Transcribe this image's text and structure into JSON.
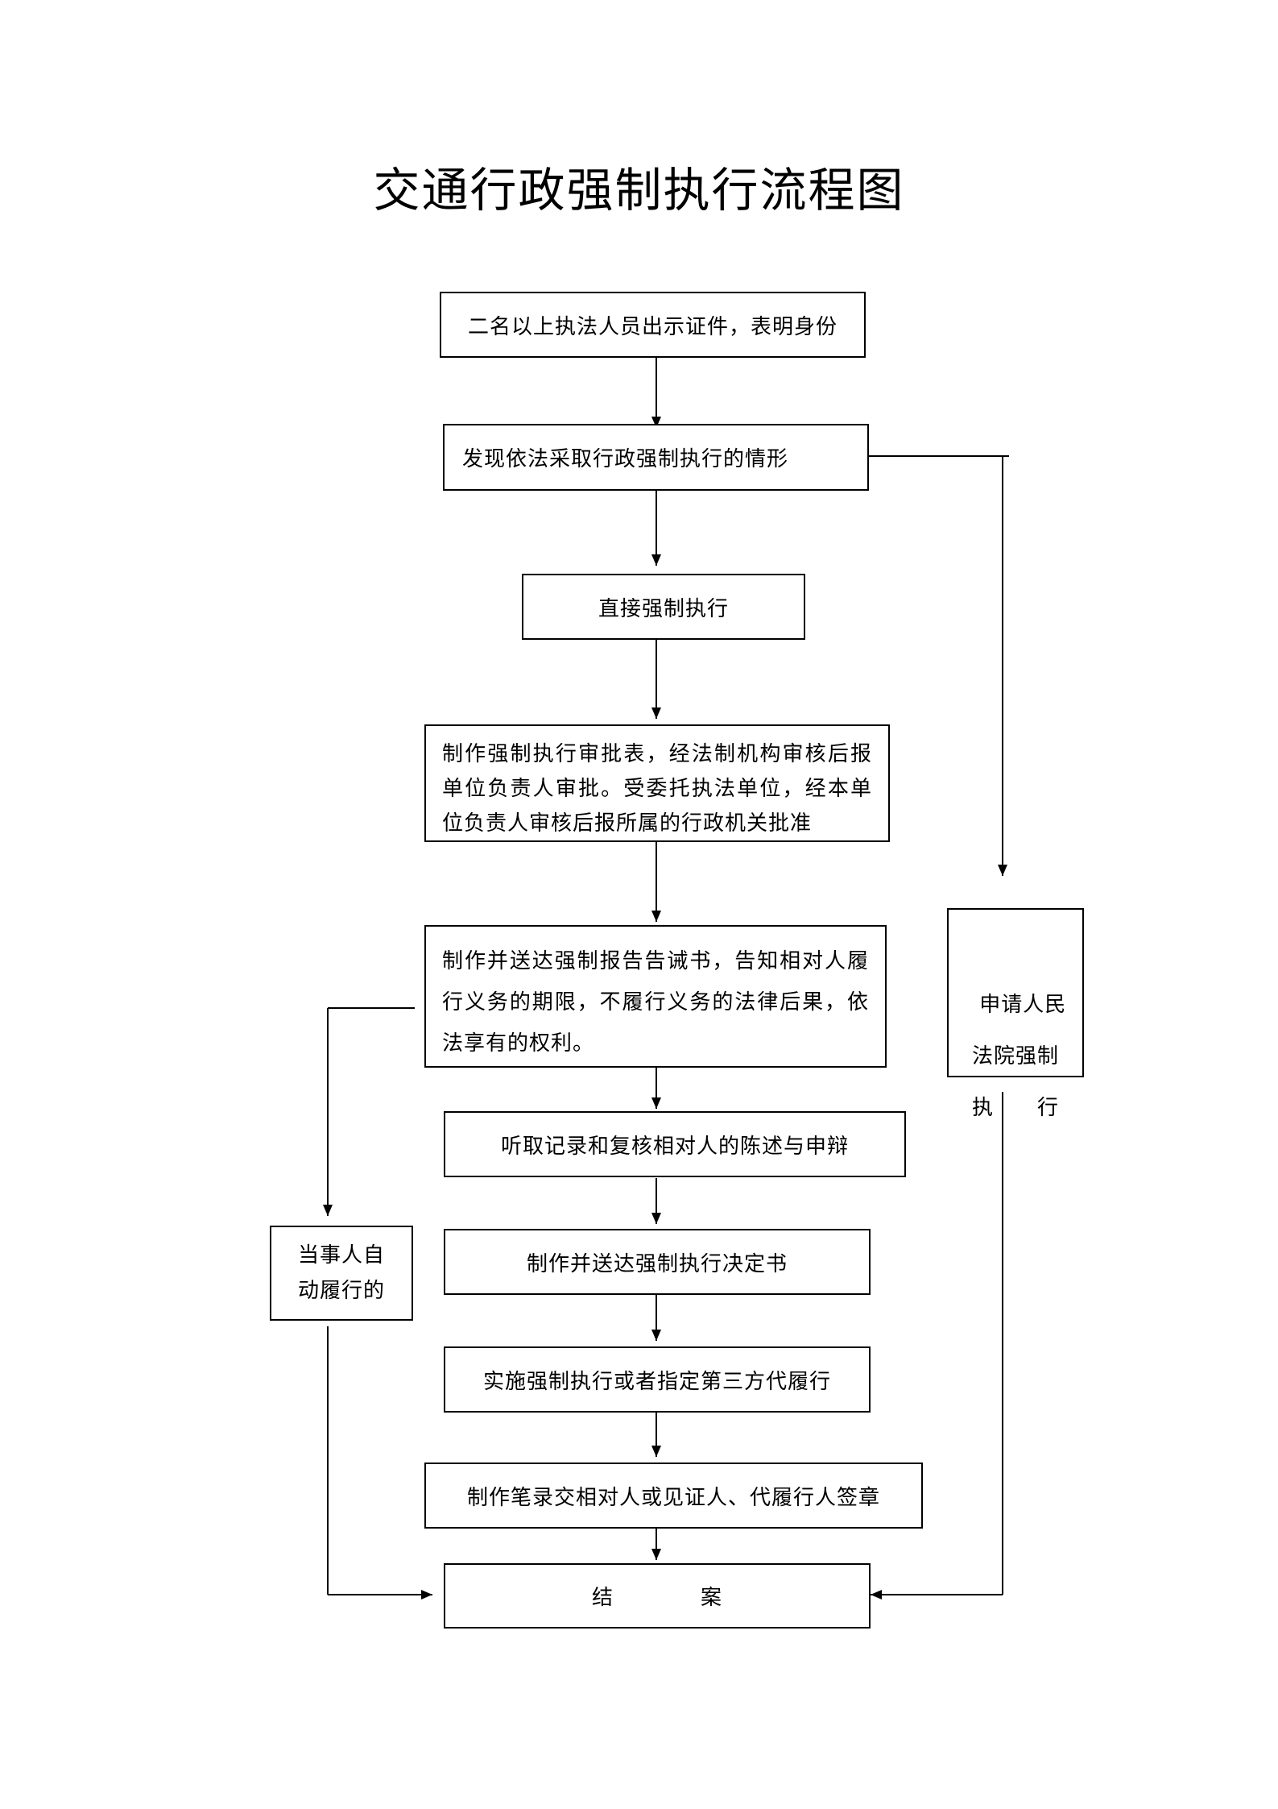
{
  "title": "交通行政强制执行流程图",
  "steps": [
    {
      "id": "show-id",
      "text": "二名以上执法人员出示证件，表明身份"
    },
    {
      "id": "discover",
      "text": "发现依法采取行政强制执行的情形"
    },
    {
      "id": "direct",
      "text": "直接强制执行"
    },
    {
      "id": "approval",
      "text": "制作强制执行审批表，经法制机构审核后报单位负责人审批。受委托执法单位，经本单位负责人审核后报所属的行政机关批准"
    },
    {
      "id": "notice",
      "text": "制作并送达强制报告告诫书，告知相对人履行义务的期限，不履行义务的法律后果，依法享有的权利。"
    },
    {
      "id": "hearing",
      "text": "听取记录和复核相对人的陈述与申辩"
    },
    {
      "id": "decision",
      "text": "制作并送达强制执行决定书"
    },
    {
      "id": "implement",
      "text": "实施强制执行或者指定第三方代履行"
    },
    {
      "id": "record",
      "text": "制作笔录交相对人或见证人、代履行人签章"
    },
    {
      "id": "close",
      "text": "结　　　　案"
    }
  ],
  "side": {
    "court": "申请人民\n法院强制\n执　　行",
    "self_perform": "当事人自\n动履行的"
  }
}
